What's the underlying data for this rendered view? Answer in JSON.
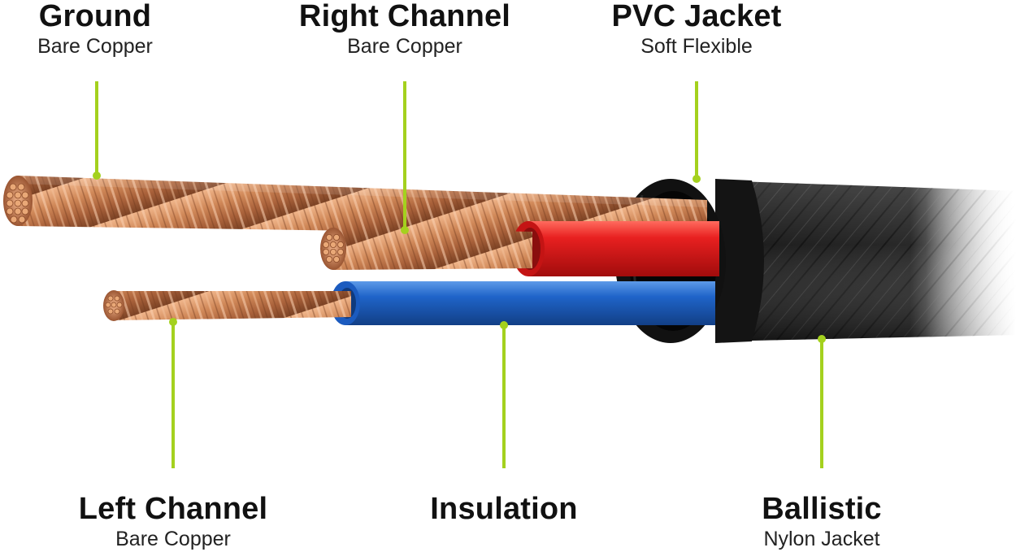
{
  "colors": {
    "leader": "#a4d11e",
    "copper": "#c87a4e",
    "red_insulation": "#e01c1c",
    "blue_insulation": "#1e63c8",
    "jacket": "#1a1a1a"
  },
  "labels": {
    "ground": {
      "title": "Ground",
      "sub": "Bare Copper"
    },
    "right_channel": {
      "title": "Right Channel",
      "sub": "Bare Copper"
    },
    "pvc_jacket": {
      "title": "PVC Jacket",
      "sub": "Soft Flexible"
    },
    "left_channel": {
      "title": "Left Channel",
      "sub": "Bare Copper"
    },
    "insulation": {
      "title": "Insulation",
      "sub": ""
    },
    "ballistic": {
      "title": "Ballistic",
      "sub": "Nylon Jacket"
    }
  }
}
